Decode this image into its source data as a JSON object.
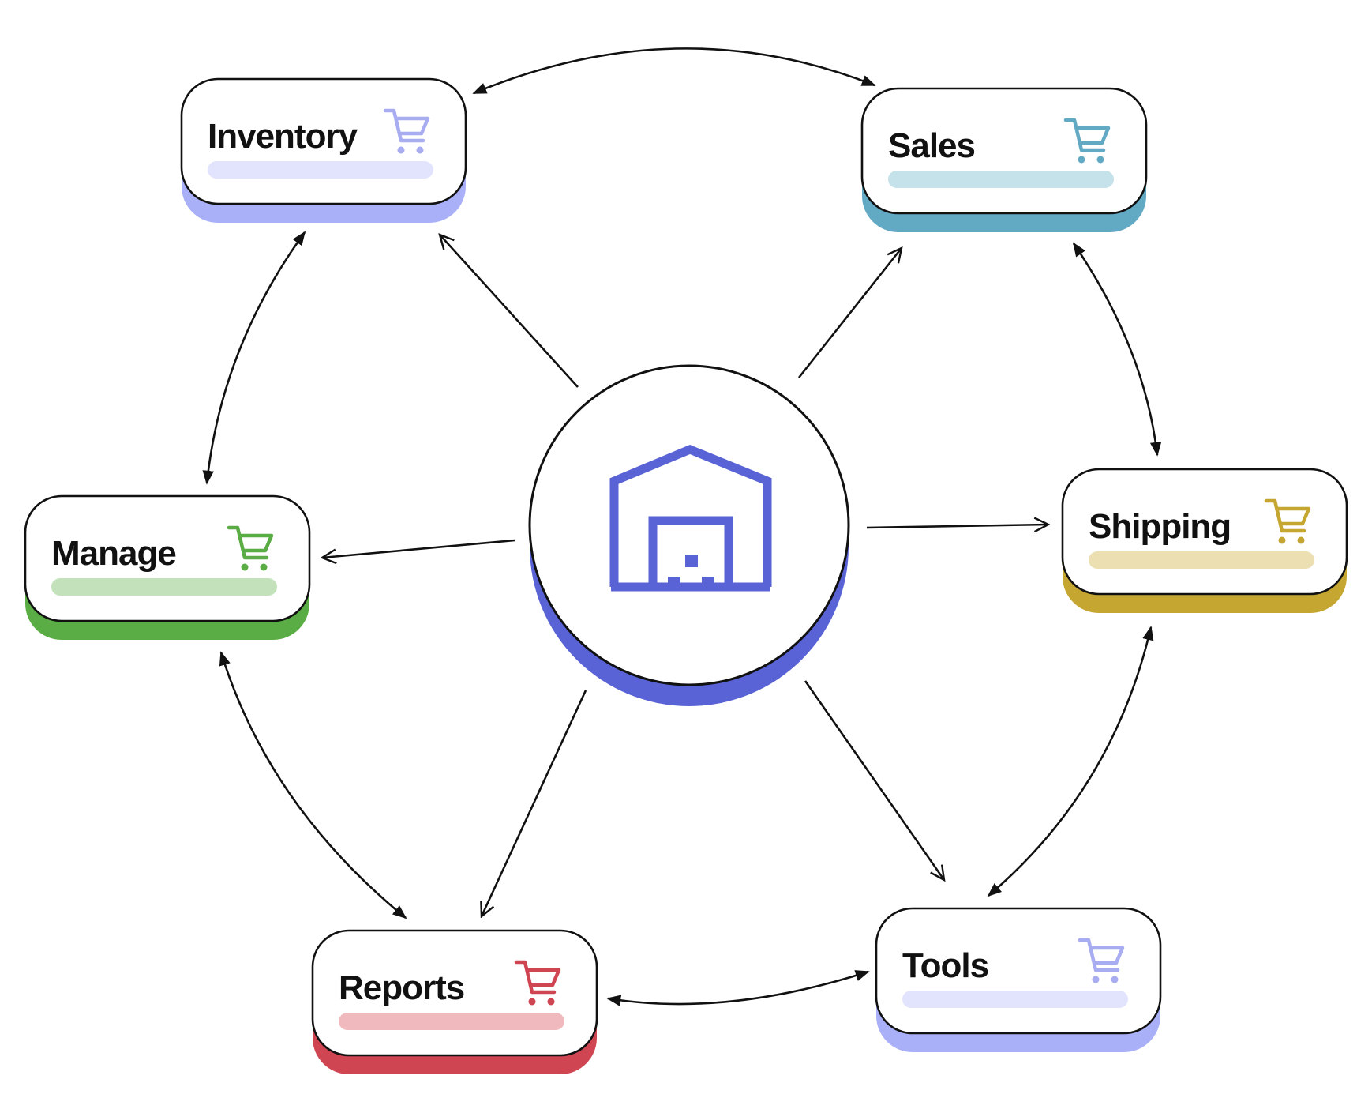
{
  "hub": {
    "icon": "warehouse-icon",
    "accent": "#5963d6"
  },
  "nodes": [
    {
      "id": "inventory",
      "label": "Inventory",
      "icon": "shopping-cart-icon",
      "shadow": "#aab0f8",
      "icon_color": "#a8acf0",
      "bar": "#e2e4fd"
    },
    {
      "id": "sales",
      "label": "Sales",
      "icon": "shopping-cart-icon",
      "shadow": "#62a9c4",
      "icon_color": "#62a9c4",
      "bar": "#c5e1e9"
    },
    {
      "id": "manage",
      "label": "Manage",
      "icon": "shopping-cart-icon",
      "shadow": "#5aac44",
      "icon_color": "#5aac44",
      "bar": "#c3e1bb"
    },
    {
      "id": "shipping",
      "label": "Shipping",
      "icon": "shopping-cart-icon",
      "shadow": "#c5a630",
      "icon_color": "#c5a630",
      "bar": "#ece0b3"
    },
    {
      "id": "reports",
      "label": "Reports",
      "icon": "shopping-cart-icon",
      "shadow": "#cf4652",
      "icon_color": "#cf4652",
      "bar": "#efb9be"
    },
    {
      "id": "tools",
      "label": "Tools",
      "icon": "shopping-cart-icon",
      "shadow": "#aab0f8",
      "icon_color": "#a8acf0",
      "bar": "#e2e4fd"
    }
  ],
  "links": [
    {
      "from": "hub",
      "to": "inventory",
      "style": "open-arrow"
    },
    {
      "from": "hub",
      "to": "sales",
      "style": "open-arrow"
    },
    {
      "from": "hub",
      "to": "manage",
      "style": "open-arrow"
    },
    {
      "from": "hub",
      "to": "shipping",
      "style": "open-arrow"
    },
    {
      "from": "hub",
      "to": "reports",
      "style": "open-arrow"
    },
    {
      "from": "hub",
      "to": "tools",
      "style": "open-arrow"
    },
    {
      "from": "inventory",
      "to": "sales",
      "style": "bidirectional"
    },
    {
      "from": "inventory",
      "to": "manage",
      "style": "bidirectional"
    },
    {
      "from": "sales",
      "to": "shipping",
      "style": "bidirectional"
    },
    {
      "from": "manage",
      "to": "reports",
      "style": "bidirectional"
    },
    {
      "from": "shipping",
      "to": "tools",
      "style": "bidirectional"
    },
    {
      "from": "reports",
      "to": "tools",
      "style": "bidirectional"
    }
  ]
}
